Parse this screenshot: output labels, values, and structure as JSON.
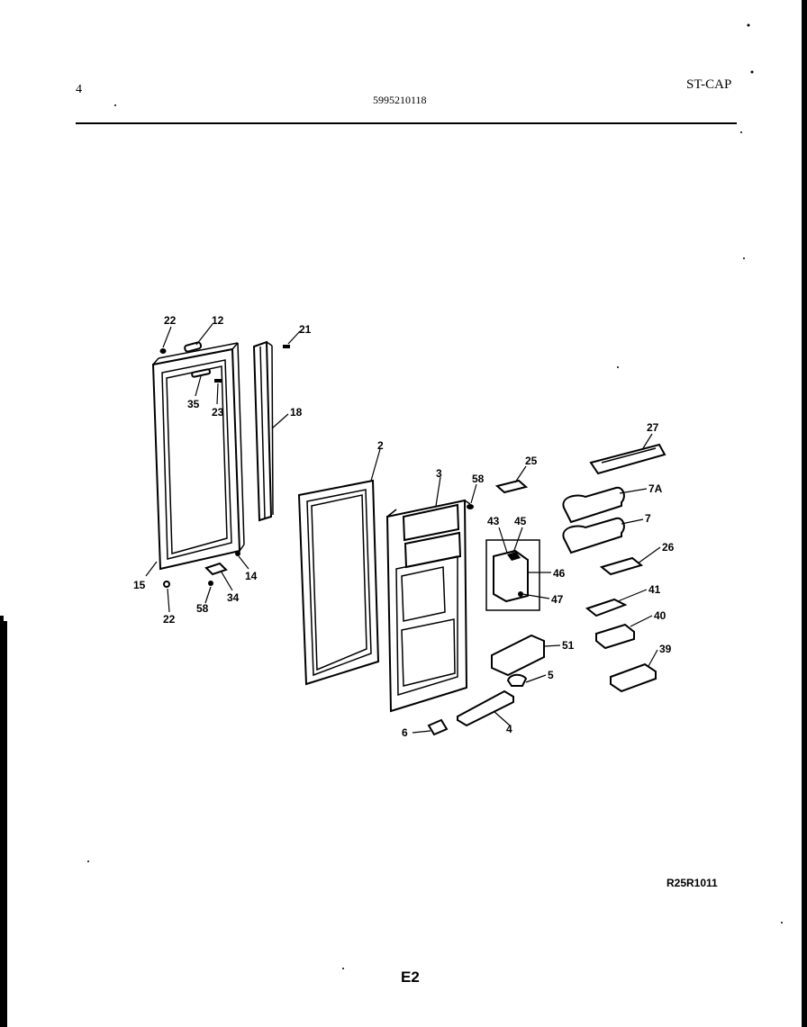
{
  "header": {
    "page_number": "4",
    "part_number": "5995210118",
    "model": "ST-CAP"
  },
  "drawing_code": "R25R1011",
  "page_code": "E2",
  "callouts": {
    "c22a": "22",
    "c12": "12",
    "c21": "21",
    "c35": "35",
    "c23": "23",
    "c18": "18",
    "c2": "2",
    "c3": "3",
    "c58a": "58",
    "c25a": "25",
    "c27": "27",
    "c7a": "7A",
    "c7": "7",
    "c43": "43",
    "c45": "45",
    "c46": "46",
    "c47": "47",
    "c26": "26",
    "c41": "41",
    "c40": "40",
    "c39": "39",
    "c51": "51",
    "c5": "5",
    "c4": "4",
    "c6": "6",
    "c15": "15",
    "c14": "14",
    "c34": "34",
    "c58b": "58",
    "c22b": "22"
  }
}
